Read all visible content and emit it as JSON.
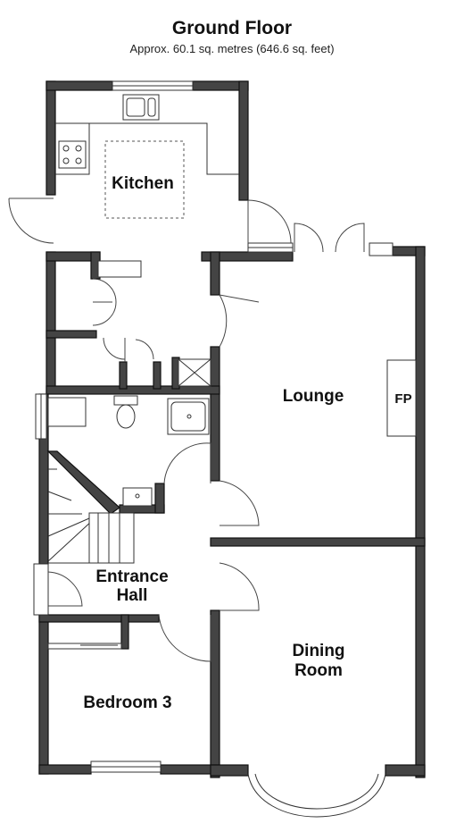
{
  "header": {
    "title": "Ground Floor",
    "subtitle": "Approx. 60.1 sq. metres (646.6 sq. feet)"
  },
  "rooms": {
    "kitchen": "Kitchen",
    "lounge": "Lounge",
    "fireplace": "FP",
    "entrance_line1": "Entrance",
    "entrance_line2": "Hall",
    "dining_line1": "Dining",
    "dining_line2": "Room",
    "bedroom3": "Bedroom 3"
  },
  "colors": {
    "wall": "#444444",
    "background": "#ffffff"
  }
}
